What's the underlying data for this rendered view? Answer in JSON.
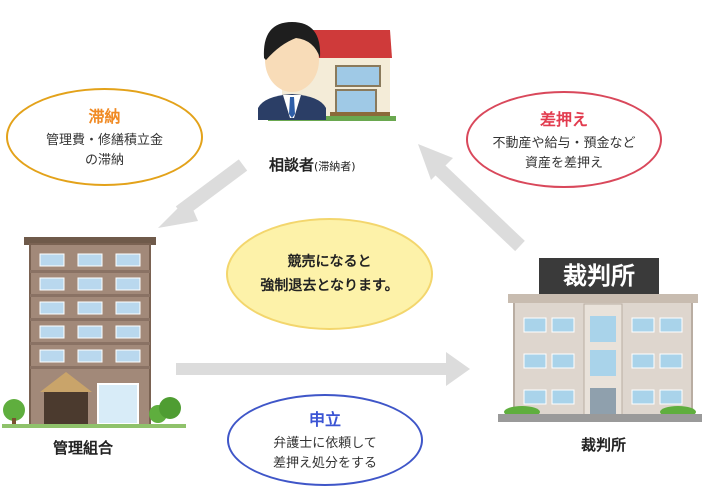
{
  "nodes": {
    "consultant": {
      "label": "相談者",
      "sub": "(滞納者)"
    },
    "association": {
      "label": "管理組合"
    },
    "court": {
      "label": "裁判所",
      "sign": "裁判所"
    }
  },
  "bubbles": {
    "delinquency": {
      "title": "滞納",
      "line1": "管理費・修繕積立金",
      "line2": "の滞納"
    },
    "seizure": {
      "title": "差押え",
      "line1": "不動産や給与・預金など",
      "line2": "資産を差押え"
    },
    "application": {
      "title": "申立",
      "line1": "弁護士に依頼して",
      "line2": "差押え処分をする"
    },
    "center": {
      "line1": "競売になると",
      "line2": "強制退去となります。"
    }
  },
  "colors": {
    "delinquency": "#f08a24",
    "seizure": "#e23b4e",
    "application": "#3b54d4",
    "center_fill": "#fdf2a9",
    "arrow": "#dcdcdc"
  }
}
